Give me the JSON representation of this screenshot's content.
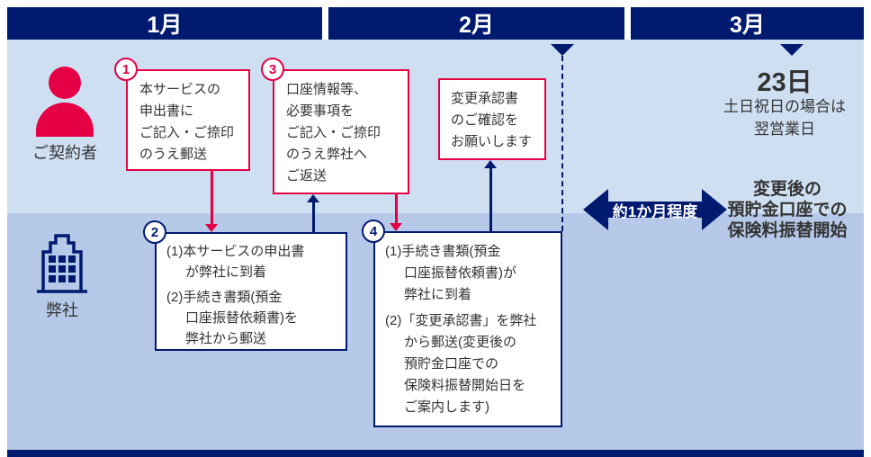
{
  "colors": {
    "navy": "#001a70",
    "red": "#e50045",
    "lane_top_bg": "#cfdff2",
    "lane_bottom_bg": "#b6c9e8",
    "text": "#333333"
  },
  "months": [
    {
      "label": "1月"
    },
    {
      "label": "2月"
    },
    {
      "label": "3月"
    }
  ],
  "lanes": {
    "customer": "ご契約者",
    "company": "弊社"
  },
  "steps": {
    "s1": {
      "num": "1",
      "text": "本サービスの\n申出書に\nご記入・ご捺印\nのうえ郵送"
    },
    "s2": {
      "num": "2",
      "items": [
        "(1)本サービスの申出書\nが弊社に到着",
        "(2)手続き書類(預金\n口座振替依頼書)を\n弊社から郵送"
      ]
    },
    "s3": {
      "num": "3",
      "text": "口座情報等、\n必要事項を\nご記入・ご捺印\nのうえ弊社へ\nご返送"
    },
    "s4": {
      "num": "4",
      "items": [
        "(1)手続き書類(預金\n口座振替依頼書)が\n弊社に到着",
        "(2)「変更承認書」を弊社\nから郵送(変更後の\n預貯金口座での\n保険料振替開始日を\nご案内します)"
      ]
    }
  },
  "approval_box": {
    "text": "変更承認書\nのご確認を\nお願いします"
  },
  "duration_label": "約1か月程度",
  "start_date": {
    "day": "23日",
    "note": "土日祝日の場合は\n翌営業日"
  },
  "result": {
    "text": "変更後の\n預貯金口座での\n保険料振替開始"
  }
}
